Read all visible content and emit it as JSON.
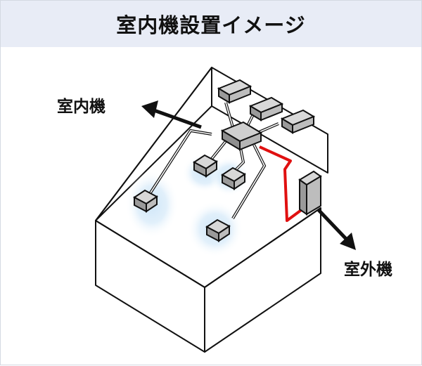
{
  "title": "室内機設置イメージ",
  "labels": {
    "indoor_unit": "室内機",
    "outdoor_unit": "室外機"
  },
  "colors": {
    "title_background": "#e8ecf6",
    "refrigerant_pipe": "#e01010",
    "airflow_glow": "#cfe6f8",
    "unit_fill": "#9a9a9a",
    "outline": "#111111"
  },
  "icons": [
    "arrow-icon",
    "indoor-unit-icon",
    "outdoor-unit-icon",
    "branch-controller-icon"
  ]
}
